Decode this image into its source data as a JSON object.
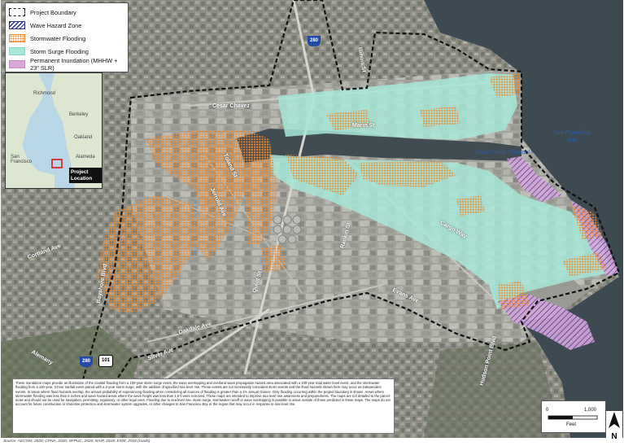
{
  "legend": {
    "items": [
      {
        "label": "Project Boundary",
        "swatch": "boundary"
      },
      {
        "label": "Wave Hazard Zone",
        "swatch": "wave"
      },
      {
        "label": "Stormwater Flooding",
        "swatch": "storm"
      },
      {
        "label": "Storm Surge Flooding",
        "swatch": "surge"
      },
      {
        "label": "Permanent Inundation (MHHW + 23\" SLR)",
        "swatch": "perm"
      }
    ]
  },
  "inset": {
    "places": [
      "Richmond",
      "Berkeley",
      "Oakland",
      "San Francisco",
      "Alameda"
    ],
    "project_label": "Project Location"
  },
  "map_labels": {
    "streets": [
      "Cesar Chavez",
      "Marin St",
      "Toland St",
      "Jerrold Ave",
      "Cargo Way",
      "Evans Ave",
      "Bayshore Blvd",
      "Oakdale Ave",
      "Quint St",
      "Rankin St",
      "Silver Ave",
      "Alemany",
      "Hudson Point Blvd",
      "Cortland Ave",
      "Illinois St"
    ],
    "water": [
      "Islais Creek Channel",
      "San Francisco Bay"
    ],
    "highways": [
      "280",
      "101",
      "280"
    ]
  },
  "notes": {
    "text": "These inundation maps provide an illustration of the coastal flooding from a 100-year storm surge event, the wave overtopping and overland wave propagation hazard area associated with a 100-year total water level event, and the stormwater flooding from a 100-year, 3-hour rainfall event paired with a 2-year storm surge, with the addition of specified sea level rise. These events are not necessarily coincident storm events and the flood hazards shown here may occur as independent events. In areas where flood hazards overlap, the annual probability of experiencing flooding when considering all sources of flooding is greater than a 1% annual chance. Only flooding occurring within the project boundary is shown. Areas where stormwater flooding was less than 6 inches and wave hazard areas where the wave height was less than 1.5 ft were removed. These maps are intended to improve sea level rise awareness and preparedness. The maps are not detailed to the parcel-scale and should not be used for navigation, permitting, regulatory, or other legal uses. Flooding due to sea level rise, storm surge, stormwater runoff or wave overtopping is possible in areas outside of those predicted in these maps. The maps do not account for future construction or shoreline protection and stormwater system upgrades, or other changes to San Francisco Bay or the region that may occur in response to sea level rise."
  },
  "scale": {
    "start": "0",
    "end": "1,000",
    "unit": "Feet"
  },
  "north": "N",
  "source": "Source: AECOM, 2020; CPNA, 2020; SFPUC, 2020; NAIP, 2018; ESRI, 2016 (roads)",
  "colors": {
    "surge": "#a8e8d8",
    "storm": "#f08a2a",
    "perm": "#d8a6d8",
    "wave": "#2a2f8a",
    "water": "#3d4a52"
  }
}
